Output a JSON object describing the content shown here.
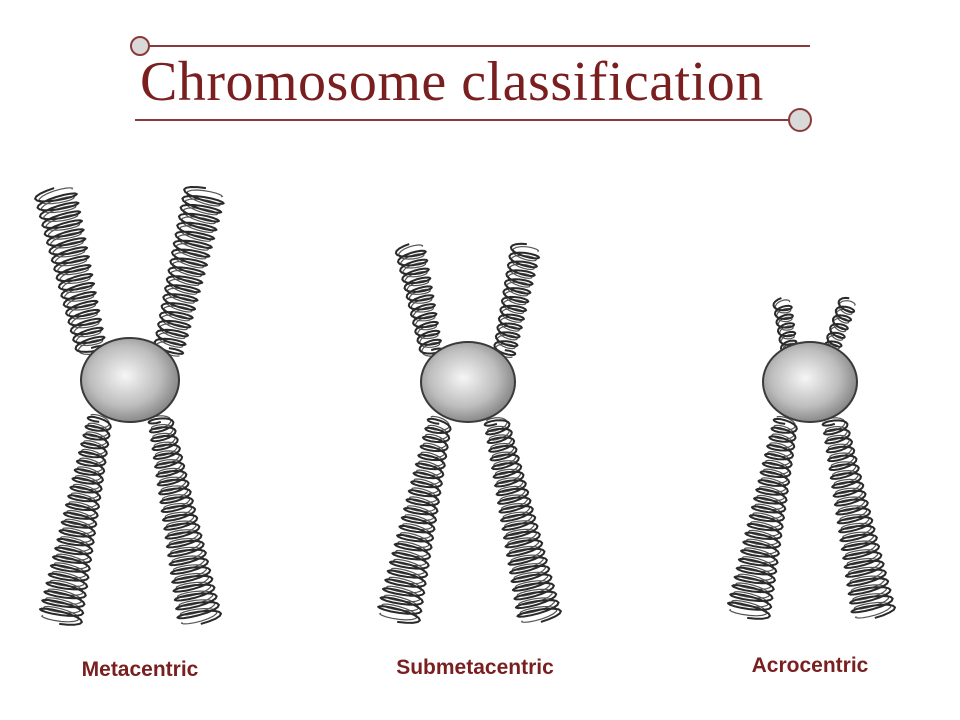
{
  "title": "Chromosome classification",
  "colors": {
    "title": "#7a1f1f",
    "rule": "#8b3a3a",
    "coil": "#2a2a2a",
    "centromere_light": "#f6f6f6",
    "centromere_dark": "#7c7c7c"
  },
  "icons": [
    "chromosome-icon",
    "centromere-icon"
  ],
  "chromosomes": [
    {
      "label": "Metacentric"
    },
    {
      "label": "Submetacentric"
    },
    {
      "label": "Acrocentric"
    }
  ]
}
